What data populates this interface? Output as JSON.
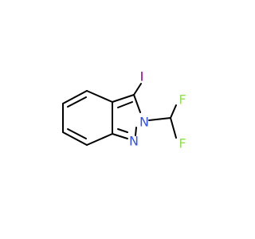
{
  "molecule": {
    "atoms": {
      "iodine": {
        "symbol": "I",
        "color": "#940094"
      },
      "n2": {
        "symbol": "N",
        "color": "#3050F8"
      },
      "n1": {
        "symbol": "N",
        "color": "#3050F8"
      },
      "fluorine_top": {
        "symbol": "F",
        "color": "#90E050"
      },
      "fluorine_bottom": {
        "symbol": "F",
        "color": "#90E050"
      }
    },
    "bond_color": "#000000"
  }
}
